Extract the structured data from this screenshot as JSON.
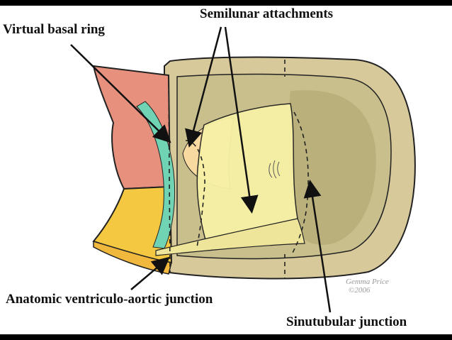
{
  "labels": {
    "virtual_basal_ring": "Virtual basal ring",
    "semilunar_attachments": "Semilunar attachments",
    "anatomic_junction": "Anatomic ventriculo-aortic junction",
    "sinutubular_junction": "Sinutubular junction"
  },
  "credit": {
    "line1": "Gemma Price",
    "line2": "©2006"
  },
  "colors": {
    "background": "#ffffff",
    "frame": "#000000",
    "myocardium": "#e8917f",
    "fibrous_tissue": "#f5c842",
    "basal_ring": "#6fd3b4",
    "aortic_wall": "#d6c79a",
    "leaflet": "#f7f1a6",
    "sinus": "#c9bf8a",
    "ink": "#111111"
  }
}
